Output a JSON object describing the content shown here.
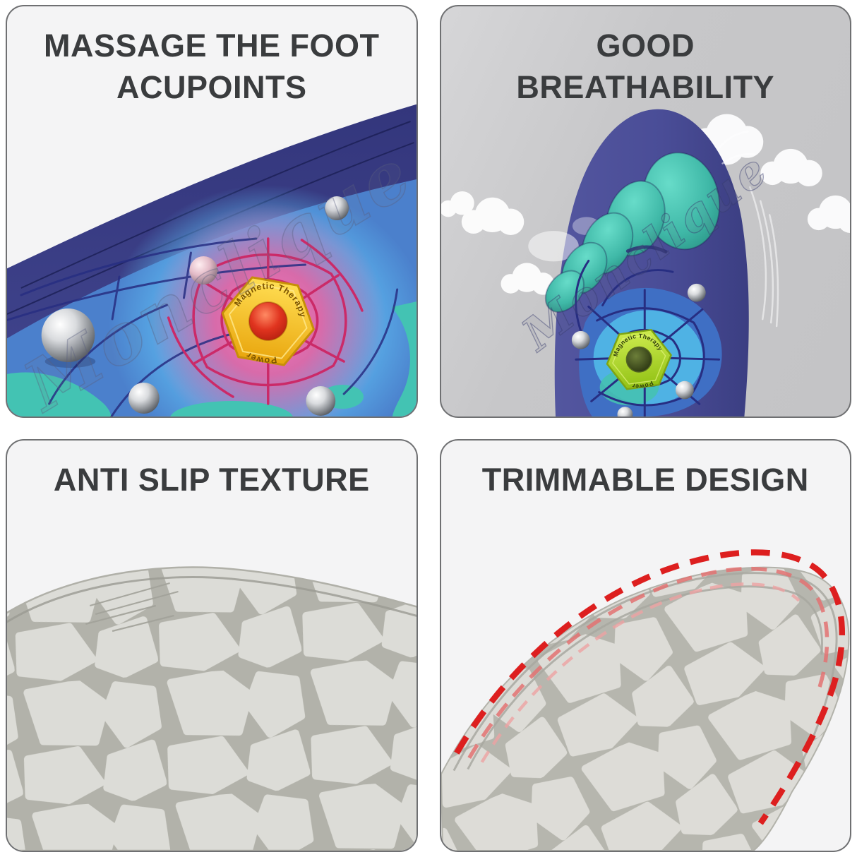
{
  "watermark": {
    "text": "Monclique"
  },
  "panels": {
    "massage_acupoints": {
      "title_line1": "MASSAGE THE FOOT",
      "title_line2": "ACUPOINTS",
      "badge": {
        "arc_top": "Magnetic Therapy",
        "arc_bottom": "Power"
      }
    },
    "breathability": {
      "title_line1": "GOOD",
      "title_line2": "BREATHABILITY",
      "badge": {
        "arc_top": "Magnetic Therapy",
        "arc_bottom": "Power"
      }
    },
    "anti_slip": {
      "title": "ANTI SLIP TEXTURE"
    },
    "trimmable": {
      "title": "TRIMMABLE DESIGN"
    }
  },
  "colors": {
    "title_text": "#3a3c3e",
    "card_border": "#6f7072",
    "card_light_bg": "#f4f4f5",
    "card_gray_bg": "#c5c5c7",
    "insole_navy": "#3e418e",
    "insole_blue": "#4b80cc",
    "insole_light_blue": "#4fb2e4",
    "insole_teal": "#43c3b3",
    "acupoint_pink": "#ee5f9f",
    "web_line_crimson": "#cb2a68",
    "web_line_navy": "#272e82",
    "badge_yellow": "#f6c51d",
    "badge_red_center": "#e0341f",
    "badge_green": "#aad02c",
    "ball_silver": "#c7c9cc",
    "cloud_white": "#ffffff",
    "sole_gray": "#dcdcd7",
    "sole_groove": "#a9a9a1",
    "trim_line_red": "#dd1f1f",
    "trim_line_pink": "#e37272"
  }
}
